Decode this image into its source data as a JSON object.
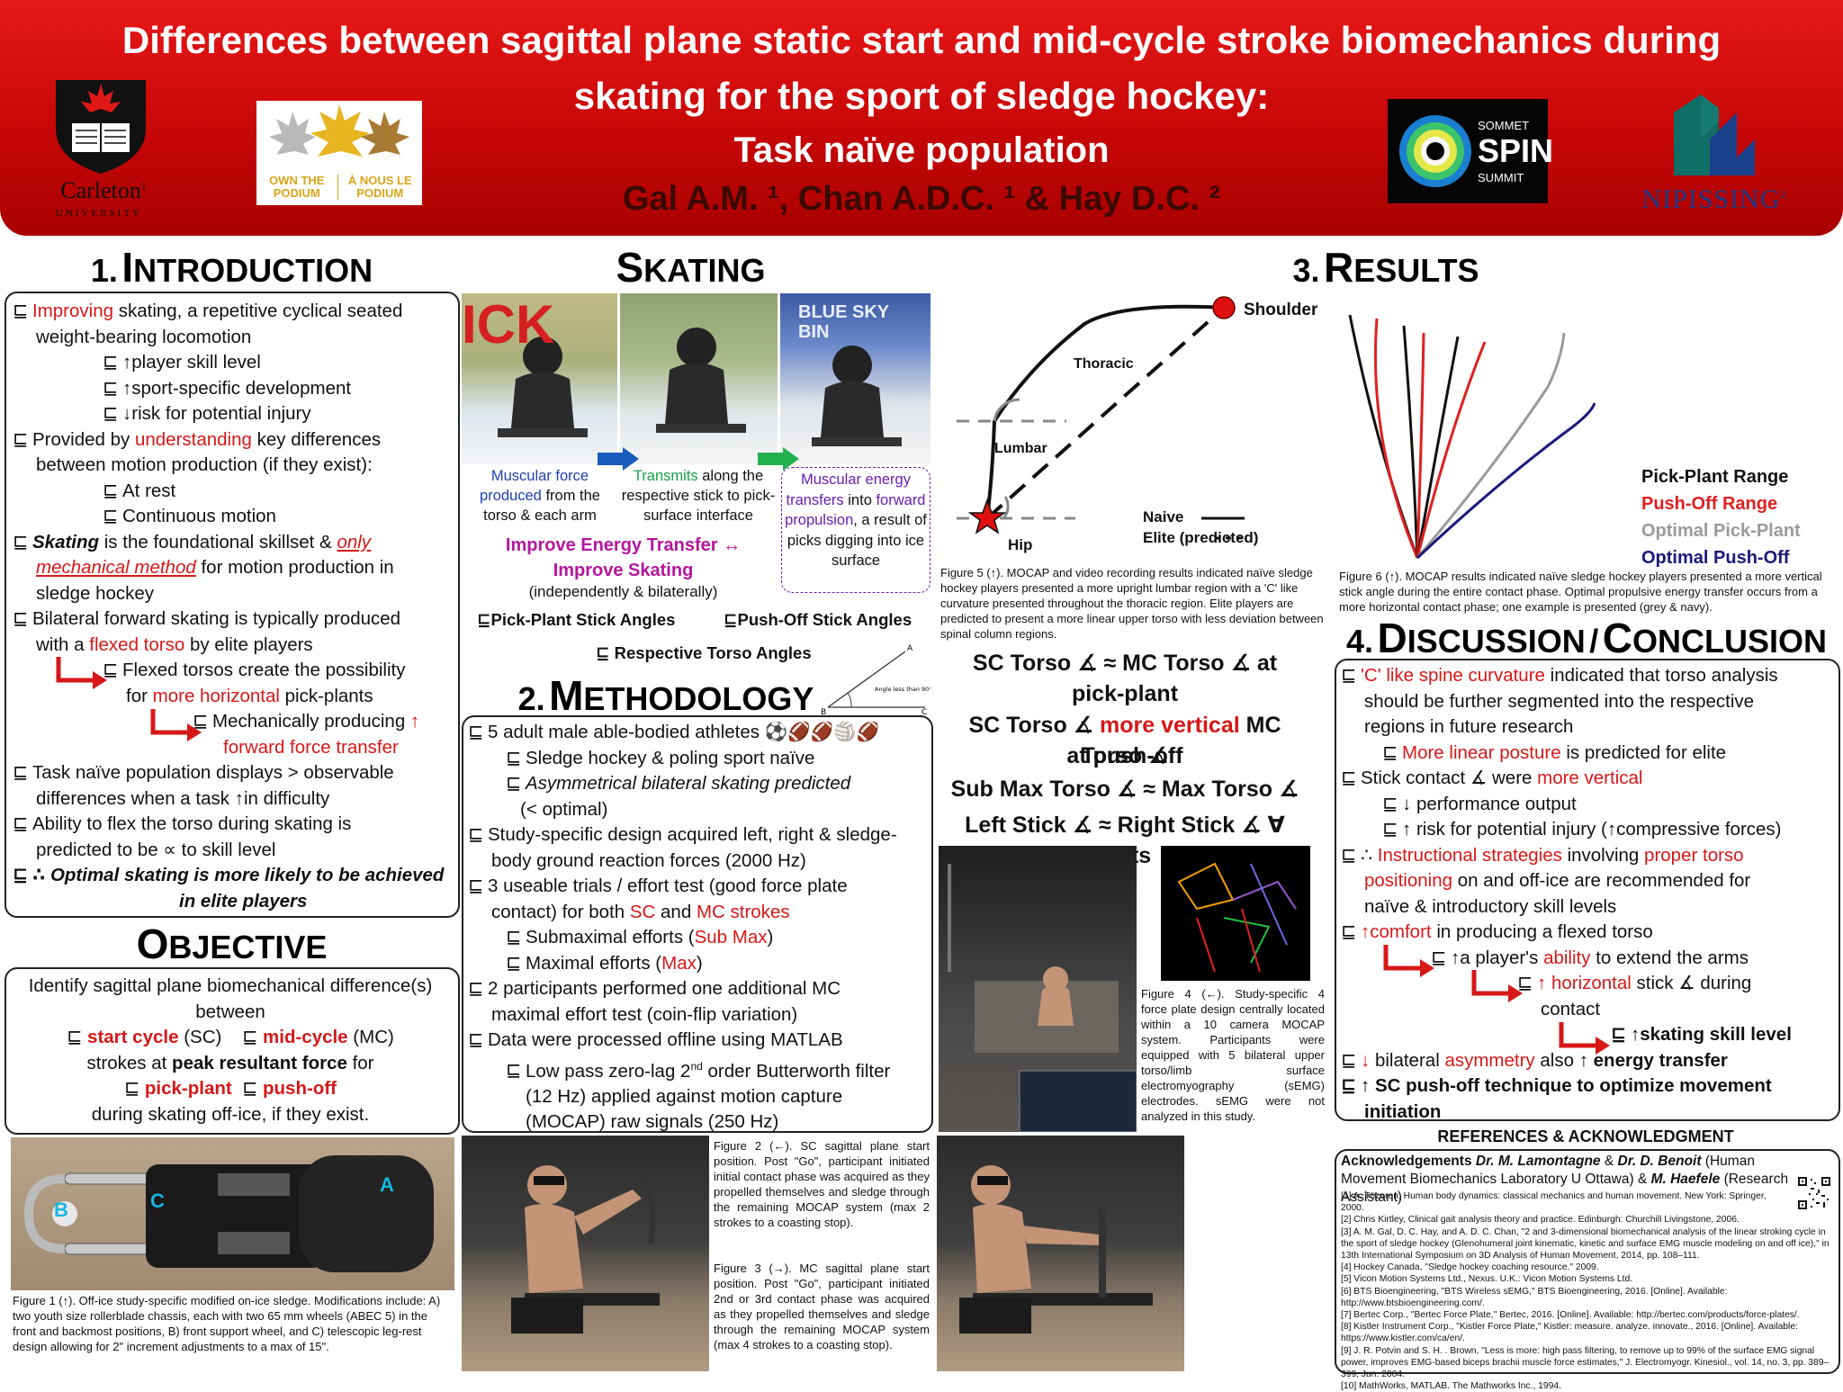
{
  "header": {
    "title_line1": "Differences between sagittal plane static start and mid-cycle stroke biomechanics during",
    "title_line2": "skating for the sport of sledge hockey:",
    "title_line3": "Task naïve population",
    "authors": "Gal A.M. ¹, Chan A.D.C. ¹ & Hay D.C. ²",
    "logos": {
      "carleton": "Carleton",
      "carleton_sup": "1",
      "carleton_sub": "UNIVERSITY",
      "otp_left": "OWN THE PODIUM",
      "otp_right": "À NOUS LE PODIUM",
      "spin_1": "SOMMET",
      "spin_2": "SPIN",
      "spin_3": "SUMMIT",
      "nipissing": "NIPISSING",
      "nipissing_sup": "2"
    },
    "colors": {
      "banner": "#d10d0d",
      "accent_red": "#d61818"
    }
  },
  "intro": {
    "num": "1.",
    "heading_first": "I",
    "heading_rest": "NTRODUCTION",
    "bullet": "⊑",
    "improving": "Improving",
    "l1a": "skating, a repetitive cyclical seated",
    "l1b": "weight-bearing locomotion",
    "s1": "↑player skill level",
    "s2": "↑sport-specific development",
    "s3": "↓risk for potential injury",
    "provided": "Provided by",
    "understanding": "understanding",
    "l2a": "key differences",
    "l2b": "between motion production (if they exist):",
    "s4": "At rest",
    "s5": "Continuous motion",
    "skating_word": "Skating",
    "l3a": "is the foundational skillset &",
    "only": "only",
    "mech_method": "mechanical method",
    "l3b": "for motion production in",
    "l3c": "sledge hockey",
    "l4a": "Bilateral forward skating is typically produced",
    "l4b_pre": "with a",
    "flexed_torso": "flexed torso",
    "l4b_post": "by elite players",
    "s6a": "Flexed torsos create the possibility",
    "s6b_pre": "for",
    "more_horizontal": "more horizontal",
    "s6b_post": "pick-plants",
    "s7a": "Mechanically producing",
    "s7a_arrow": "↑",
    "s7b": "forward force transfer",
    "l5a": "Task naïve population displays > observable",
    "l5b": "differences when a task ↑in difficulty",
    "l6a": "Ability to flex the torso during skating is",
    "l6b": "predicted to be ∝ to skill level",
    "l7a": "∴ Optimal skating is more likely to be achieved",
    "l7b": "in elite players"
  },
  "objective": {
    "heading_first": "O",
    "heading_rest": "BJECTIVE",
    "l1": "Identify sagittal plane biomechanical difference(s)",
    "l2": "between",
    "start_cycle": "start cycle",
    "sc": "(SC)",
    "mid_cycle": "mid-cycle",
    "mc": "(MC)",
    "l4_pre": "strokes at",
    "peak": "peak resultant force",
    "l4_post": "for",
    "pick_plant": "pick-plant",
    "push_off": "push-off",
    "l6": "during skating off-ice, if they exist."
  },
  "figure1": {
    "label_a": "A",
    "label_b": "B",
    "label_c": "C",
    "caption": "Figure 1 (↑). Off-ice study-specific modified on-ice sledge. Modifications include: A) two youth size rollerblade chassis, each with two 65 mm wheels (ABEC 5) in the front and backmost positions, B) front support wheel, and C) telescopic leg-rest design allowing for 2\" increment adjustments to a max of 15\"."
  },
  "skating": {
    "heading_first": "S",
    "heading_rest": "KATING",
    "rink_text_left": "ICK",
    "rink_text_right": "BLUE SKY BIN",
    "c1_blue": "Muscular force produced",
    "c1_rest": "from the torso & each arm",
    "c2_green": "Transmits",
    "c2_rest": "along the respective stick to pick-surface interface",
    "c3_purple1": "Muscular energy transfers",
    "c3_mid": "into",
    "c3_purple2": "forward propulsion",
    "c3_rest": ", a result of picks digging into ice surface",
    "improve1": "Improve Energy Transfer ↔",
    "improve2": "Improve Skating",
    "improve3": "(independently & bilaterally)",
    "pp_angles": "Pick-Plant Stick Angles",
    "po_angles": "Push-Off Stick Angles",
    "torso_angles": "Respective Torso Angles",
    "angle_label": "Angle less than 90°",
    "pt_a": "A",
    "pt_b": "B",
    "pt_c": "C"
  },
  "methodology": {
    "num": "2.",
    "heading_first": "M",
    "heading_rest": "ETHODOLOGY",
    "m1": "5 adult male able-bodied athletes",
    "m1_icons": "⚽🏈🏈🏐🏈",
    "m1a": "Sledge hockey & poling sport naïve",
    "m1b": "Asymmetrical bilateral skating predicted",
    "m1c": "(< optimal)",
    "m2a": "Study-specific design acquired left, right & sledge-",
    "m2b": "body ground reaction forces (2000 Hz)",
    "m3a": "3 useable trials / effort test (good force plate",
    "m3b_pre": "contact) for both",
    "sc": "SC",
    "and": "and",
    "mc_strokes": "MC strokes",
    "m3c_pre": "Submaximal efforts (",
    "submax": "Sub Max",
    "m3c_post": ")",
    "m3d_pre": "Maximal efforts (",
    "max": "Max",
    "m3d_post": ")",
    "m4a": "2 participants performed one additional MC",
    "m4b": "maximal effort test (coin-flip variation)",
    "m5": "Data were processed offline using MATLAB",
    "m5a_pre": "Low pass zero-lag 2",
    "m5a_sup": "nd",
    "m5a_post": "order Butterworth filter",
    "m5b": "(12 Hz) applied against motion capture",
    "m5c": "(MOCAP) raw signals (250 Hz)"
  },
  "figure23": {
    "fig2": "Figure 2 (←). SC sagittal plane start position. Post \"Go\", participant initiated initial contact phase was acquired as they propelled themselves and sledge through the remaining MOCAP system (max 2 strokes to a coasting stop).",
    "fig3": "Figure 3 (→). MC sagittal plane start position. Post \"Go\", participant initiated 2nd or 3rd contact phase was acquired as they propelled themselves and sledge through the remaining MOCAP system (max 4 strokes to a coasting stop)."
  },
  "figure5": {
    "shoulder": "Shoulder",
    "thoracic": "Thoracic",
    "lumbar": "Lumbar",
    "hip": "Hip",
    "naive": "Naive",
    "elite": "Elite (predicted)",
    "caption": "Figure 5 (↑). MOCAP and video recording results indicated naïve sledge hockey players presented a more upright lumbar region with a 'C' like curvature presented throughout the thoracic region. Elite players are predicted to present a more linear upper torso with less deviation between spinal column regions."
  },
  "results": {
    "num": "3.",
    "heading_first": "R",
    "heading_rest": "ESULTS",
    "r1a": "SC Torso ∡ ≈ MC Torso ∡ at",
    "r1b": "pick-plant",
    "r2_pre": "SC Torso ∡",
    "r2_red": "more vertical",
    "r2_post": "MC Torso ∡",
    "r2b": "at push-off",
    "r3": "Sub Max Torso ∡ ≈ Max Torso ∡",
    "r4": "Left Stick ∡ ≈ Right Stick ∡ ∀ tests"
  },
  "figure6": {
    "legend": [
      "Pick-Plant Range",
      "Push-Off Range",
      "Optimal Pick-Plant",
      "Optimal Push-Off"
    ],
    "legend_colors": [
      "#111111",
      "#e02020",
      "#9a9a9a",
      "#1a1a7a"
    ],
    "caption": "Figure 6 (↑). MOCAP results indicated naïve sledge hockey players presented a more vertical stick angle during the entire contact phase. Optimal propulsive energy transfer occurs from a more horizontal contact phase; one example is presented (grey & navy)."
  },
  "figure4": {
    "caption": "Figure 4 (←). Study-specific 4 force plate design centrally located within a 10 camera MOCAP system. Participants were equipped with 5 bilateral upper torso/limb surface electromyography (sEMG) electrodes. sEMG were not analyzed in this study."
  },
  "discussion": {
    "num": "4.",
    "heading_first": "D",
    "heading_rest": "ISCUSSION",
    "heading_sep": "/",
    "heading_first2": "C",
    "heading_rest2": "ONCLUSION",
    "d1_red": "'C' like spine curvature",
    "d1_rest": "indicated that torso analysis",
    "d1b": "should be further segmented into the respective",
    "d1c": "regions in future research",
    "d1s_red": "More linear posture",
    "d1s_rest": "is predicted for elite",
    "d2_pre": "Stick contact ∡ were",
    "d2_red": "more vertical",
    "d2a": "↓ performance output",
    "d2b": "↑ risk for potential injury (↑compressive forces)",
    "d3_pre": "∴",
    "d3_red1": "Instructional strategies",
    "d3_mid": "involving",
    "d3_red2": "proper torso",
    "d3b_red": "positioning",
    "d3b_rest": "on and off-ice are recommended for",
    "d3c": "naïve & introductory skill levels",
    "d4_red": "↑comfort",
    "d4_rest": "in producing a flexed torso",
    "d4a_pre": "↑a player's",
    "d4a_red": "ability",
    "d4a_post": "to extend the arms",
    "d4b_red": "↑ horizontal",
    "d4b_rest": "stick ∡ during",
    "d4c": "contact",
    "d4d": "↑skating skill level",
    "d5_red1": "↓",
    "d5_mid": "bilateral",
    "d5_red2": "asymmetry",
    "d5_post": "also ↑",
    "d5_bold": "energy transfer",
    "d6a": "↑ SC push-off technique to optimize movement",
    "d6b": "initiation"
  },
  "references": {
    "heading": "REFERENCES & ACKNOWLEDGMENT",
    "ack_bold1": "Acknowledgements",
    "ack_bi1": "Dr. M. Lamontagne",
    "ack_amp1": "&",
    "ack_bi2": "Dr. D. Benoit",
    "ack_r1": "(Human Movement Biomechanics Laboratory U Ottawa) &",
    "ack_bi3": "M. Haefele",
    "ack_r2": "(Research Assistant)",
    "items": [
      "[1] A. Tözeren, Human body dynamics: classical mechanics and human movement. New York: Springer, 2000.",
      "[2] Chris Kirtley, Clinical gait analysis theory and practice. Edinburgh: Churchill Livingstone, 2006.",
      "[3] A. M. Gal, D. C. Hay, and A. D. C. Chan, \"2 and 3-dimensional biomechanical analysis of the linear stroking cycle in the sport of sledge hockey (Glenohumeral joint kinematic, kinetic and surface EMG muscle modeling on and off ice),\" in 13th International Symposium on 3D Analysis of Human Movement, 2014, pp. 108–111.",
      "[4] Hockey Canada, \"Sledge hockey coaching resource.\" 2009.",
      "[5] Vicon Motion Systems Ltd., Nexus. U.K.: Vicon Motion Systems Ltd.",
      "[6] BTS Bioengineering, \"BTS Wireless sEMG,\" BTS Bioengineering, 2016. [Online]. Available: http://www.btsbioengineering.com/.",
      "[7] Bertec Corp., \"Bertec Force Plate,\" Bertec, 2016. [Online]. Available: http://bertec.com/products/force-plates/.",
      "[8] Kistler Instrument Corp., \"Kistler Force Plate,\" Kistler: measure. analyze. innovate., 2016. [Online]. Available: https://www.kistler.com/ca/en/.",
      "[9] J. R. Potvin and S. H. . Brown, \"Less is more: high pass filtering, to remove up to 99% of the surface EMG signal power, improves EMG-based biceps brachii muscle force estimates,\" J. Electromyogr. Kinesiol., vol. 14, no. 3, pp. 389–399, Jun. 2004.",
      "[10] MathWorks, MATLAB. The Mathworks Inc., 1994."
    ]
  }
}
